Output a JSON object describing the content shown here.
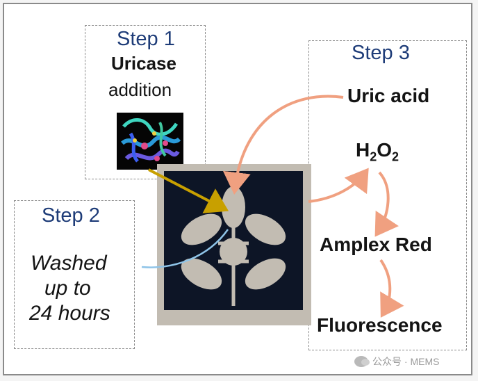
{
  "step1": {
    "title": "Step 1",
    "enzyme": "Uricase",
    "action": "addition"
  },
  "step2": {
    "title": "Step 2",
    "line1": "Washed",
    "line2": "up to",
    "line3": "24 hours"
  },
  "step3": {
    "title": "Step 3",
    "uric_acid": "Uric acid",
    "h2o2": {
      "h": "H",
      "sub1": "2",
      "o": "O",
      "sub2": "2"
    },
    "amplex_red": "Amplex Red",
    "fluorescence": "Fluorescence"
  },
  "colors": {
    "step_title": "#1e3c78",
    "arrow_pink": "#f0a080",
    "arrow_gold": "#c8a000",
    "line_blue": "#8fc4e8",
    "patch_dark": "#0d1526",
    "patch_fabric": "#c2bcb2"
  },
  "watermark": "公众号 · MEMS"
}
